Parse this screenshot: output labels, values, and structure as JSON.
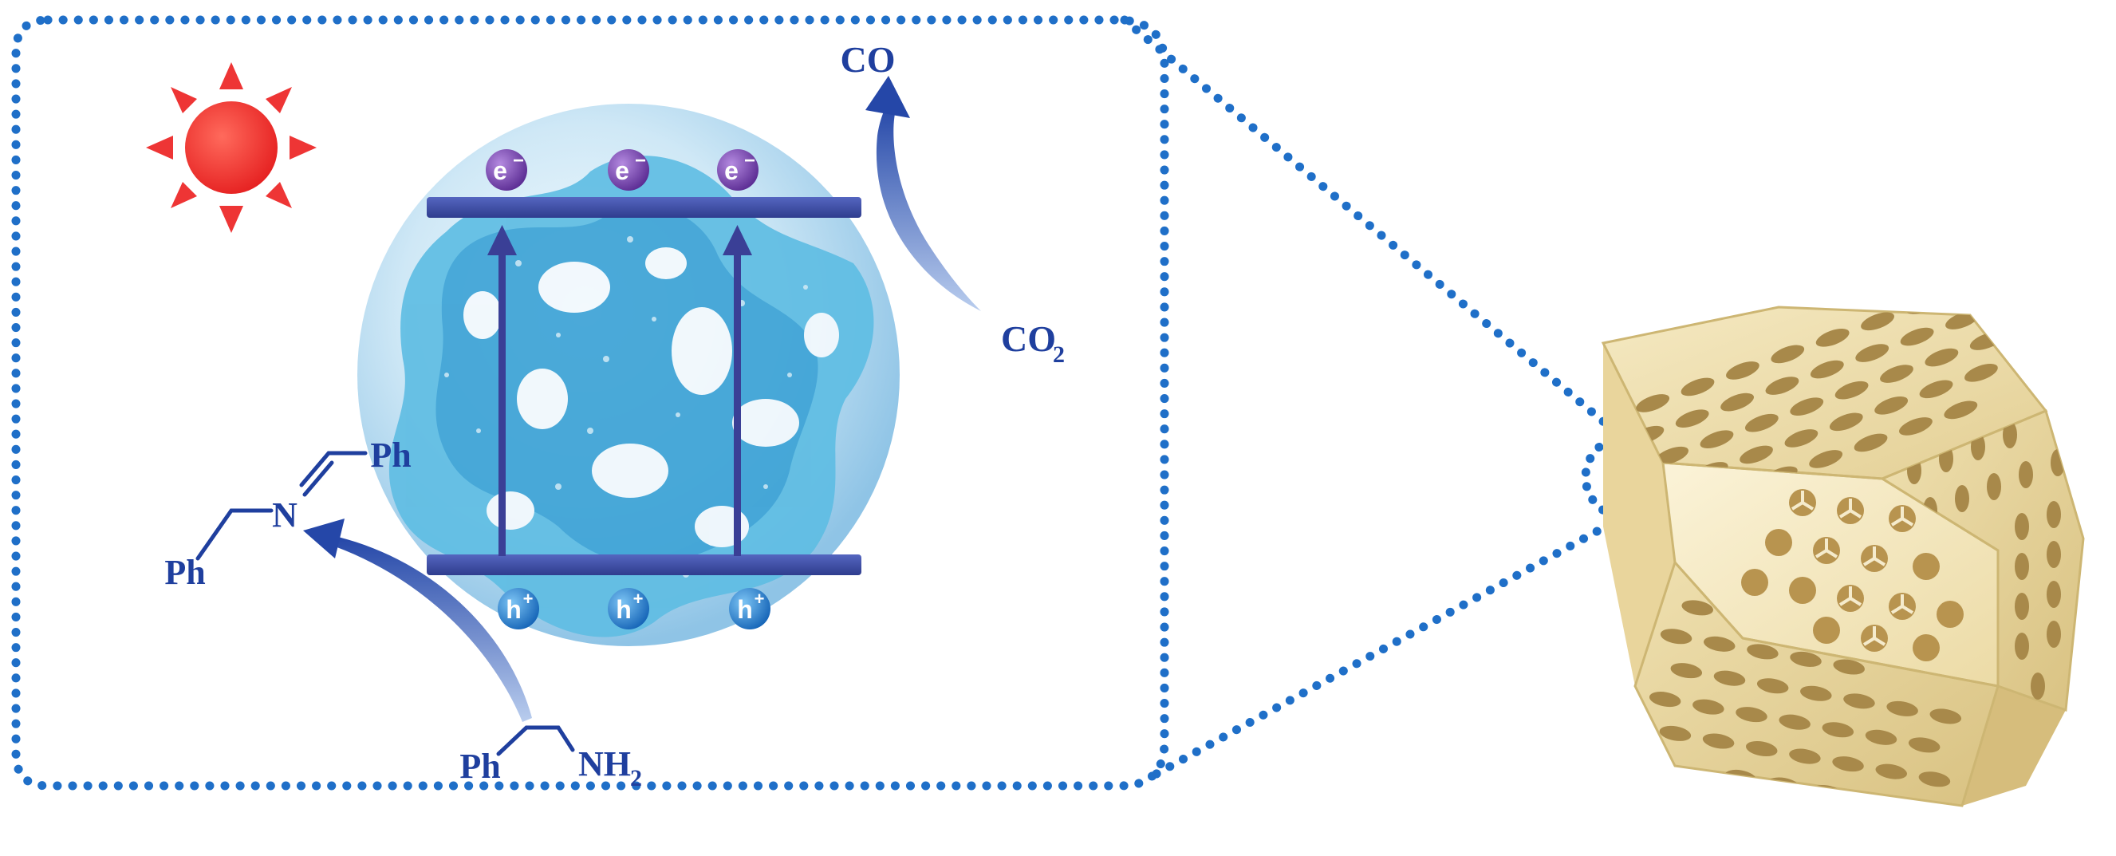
{
  "colors": {
    "frame": "#1f6fc8",
    "label": "#1f3f9e",
    "sun": "#ee2f2f",
    "band": "#3f4fa8",
    "electron": "#7b45b0",
    "hole": "#2f86d6",
    "sphere": "#a9d4ee",
    "framework": "#4cb0dc",
    "polyhedron": "#efdfae"
  },
  "icons": {
    "sun": "sun-icon",
    "arrow": "curved-arrow-icon"
  },
  "products": {
    "co": "CO",
    "co2_main": "CO",
    "co2_sub": "2"
  },
  "molecules": {
    "imine_ph_top": "Ph",
    "imine_n": "N",
    "imine_ph_bottom": "Ph",
    "amine_ph": "Ph",
    "amine_nh": "NH",
    "amine_sub": "2"
  },
  "carriers": {
    "electron_base": "e",
    "electron_charge": "−",
    "hole_base": "h",
    "hole_charge": "+"
  }
}
